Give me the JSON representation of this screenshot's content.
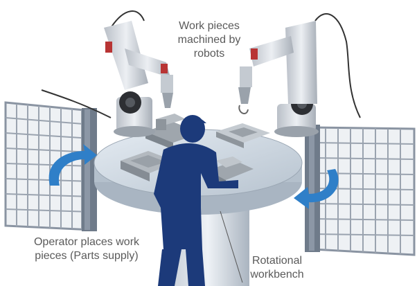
{
  "labels": {
    "robots": [
      "Work pieces",
      "machined by",
      "robots"
    ],
    "operator": [
      "Operator places work",
      "pieces (Parts supply)"
    ],
    "workbench": [
      "Rotational",
      "workbench"
    ]
  },
  "colors": {
    "arrow": "#2f7fc8",
    "operator": "#1c3a7a",
    "table_top": "#c9d4df",
    "robot": "#d7dbe1",
    "fence": "#8a94a2"
  }
}
